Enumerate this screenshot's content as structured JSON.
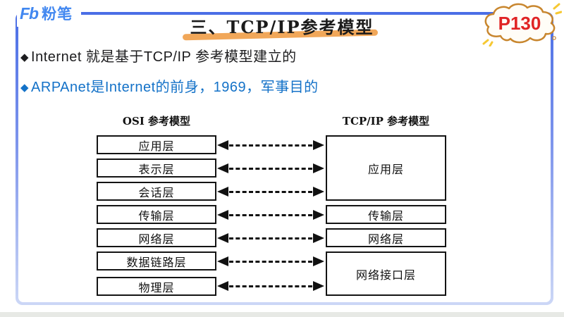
{
  "slide": {
    "logo": {
      "mark": "Fb",
      "name": "粉笔"
    },
    "title": "三、TCP/IP参考模型",
    "page_badge": "P130",
    "bullets": [
      {
        "marker": "◆",
        "text": "Internet 就是基于TCP/IP 参考模型建立的"
      },
      {
        "marker": "◆",
        "text": "ARPAnet是Internet的前身，1969，军事目的"
      }
    ]
  },
  "diagram": {
    "osi": {
      "header": "OSI 参考模型",
      "layers": [
        "应用层",
        "表示层",
        "会话层",
        "传输层",
        "网络层",
        "数据链路层",
        "物理层"
      ]
    },
    "tcpip": {
      "header": "TCP/IP 参考模型",
      "layers": [
        "应用层",
        "传输层",
        "网络层",
        "网络接口层"
      ]
    }
  },
  "colors": {
    "frame_blue": "#4a6ee6",
    "frame_blue_light": "#ccd7f6",
    "bullet_blue": "#1472c8",
    "logo_blue": "#4187f0",
    "badge_text_red": "#e02424",
    "badge_outline_orange": "#c8862e",
    "title_highlight_orange": "#f0a04b",
    "diagram_ink": "#141414"
  }
}
